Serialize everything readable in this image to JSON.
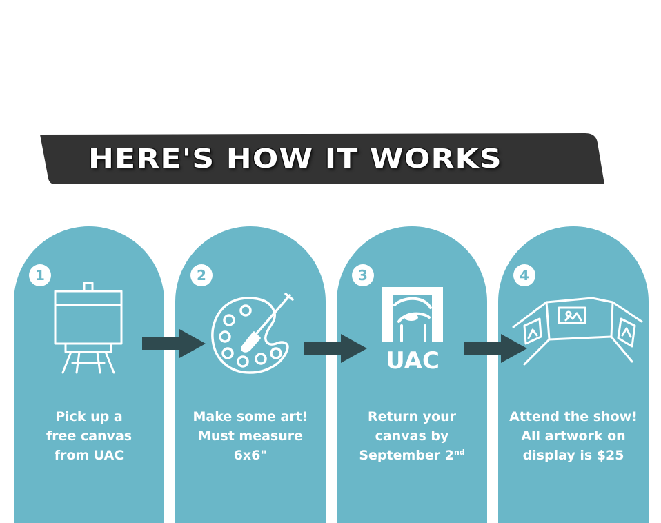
{
  "banner": {
    "title": "HERE'S HOW IT WORKS"
  },
  "colors": {
    "card": "#6ab7c8",
    "banner": "#333333",
    "arrow": "#2f4a4f",
    "text": "#ffffff"
  },
  "steps": [
    {
      "number": "1",
      "icon": "easel-canvas-icon",
      "lines": [
        "Pick up a",
        "free canvas",
        "from UAC"
      ]
    },
    {
      "number": "2",
      "icon": "paint-palette-icon",
      "lines": [
        "Make some art!",
        "Must measure",
        "6x6\""
      ]
    },
    {
      "number": "3",
      "icon": "uac-logo",
      "logo_text": "UAC",
      "lines": [
        "Return your",
        "canvas by",
        "September 2"
      ],
      "line3_suffix": "nd"
    },
    {
      "number": "4",
      "icon": "art-gallery-icon",
      "lines": [
        "Attend the show!",
        "All artwork on",
        "display is $25"
      ]
    }
  ]
}
